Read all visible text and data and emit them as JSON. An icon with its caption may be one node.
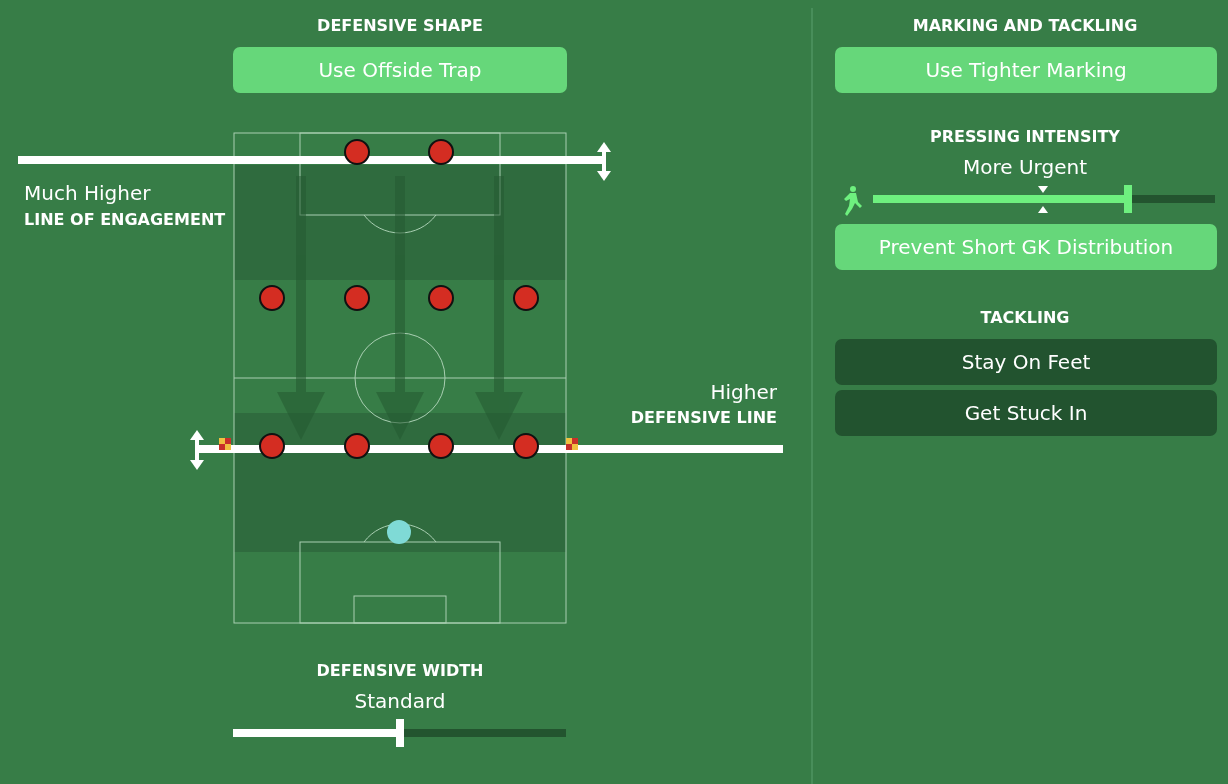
{
  "diagram": {
    "nodes": [
      {
        "text": [
          "Use Offside Trap"
        ]
      },
      {
        "text": [
          "Use Tighter Marking"
        ]
      },
      {
        "text": [
          "Prevent Short GK Distribution"
        ]
      },
      {
        "text": [
          "Stay On Feet"
        ]
      },
      {
        "text": [
          "Get Stuck In"
        ]
      }
    ],
    "labels": [
      "DEFENSIVE SHAPE",
      "MARKING AND TACKLING",
      "PRESSING INTENSITY",
      "More Urgent",
      "Much Higher",
      "LINE OF ENGAGEMENT",
      "Higher",
      "DEFENSIVE LINE",
      "TACKLING",
      "DEFENSIVE WIDTH",
      "Standard"
    ]
  }
}
